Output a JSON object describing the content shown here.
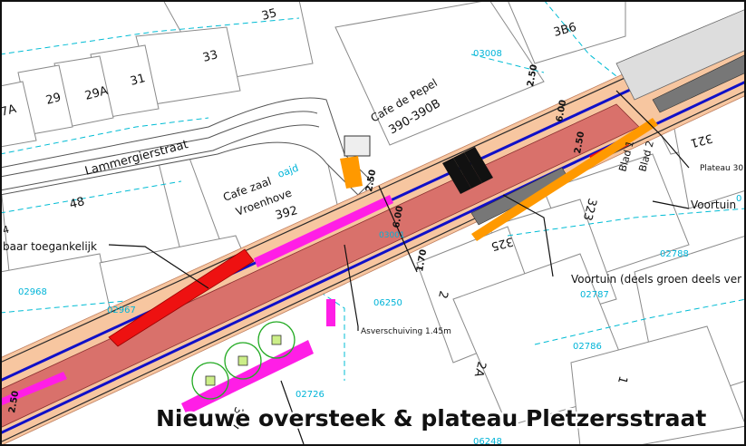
{
  "title": "Nieuwe oversteek & plateau Pletzersstraat",
  "streets": {
    "lammergierstraat": "Lammergierstraat"
  },
  "buildings": {
    "cafe_pepel": "Cafe de Pepel",
    "cafe_zaal": "Cafe zaal",
    "cafe_zaal_suffix": "oajd",
    "vroenhove": "Vroenhove"
  },
  "house_numbers": [
    "35",
    "33",
    "31",
    "29A",
    "29",
    "7A",
    "48",
    "4",
    "392",
    "390-390B",
    "3B6",
    "325",
    "323",
    "321",
    "2",
    "2A",
    "327",
    "1"
  ],
  "parcels": [
    "03008",
    "02968",
    "02967",
    "06250",
    "02788",
    "02787",
    "02786",
    "02726",
    "06248",
    "0",
    "03001"
  ],
  "annotations": {
    "toegankelijk": "baar toegankelijk",
    "asverschuiving": "Asverschuiving 1.45m",
    "voortuin_1": "Voortuin",
    "voortuin_2": "Voortuin (deels groen deels ver",
    "plateau": "Plateau 30",
    "blad1": "Blad 1",
    "blad2": "Blad 2"
  },
  "dimensions": [
    "2.50",
    "6.00",
    "2.50",
    "2.50",
    "6.00",
    "1.70",
    "2.50"
  ],
  "colors": {
    "road": "#d9716b",
    "sidewalk": "#f7c6a0",
    "curb_blue": "#1010c8",
    "parking": "#ee1111",
    "magenta": "#ff1ee6",
    "orange": "#ff9900",
    "building_outline": "#888888",
    "parcel_line": "#00bcd4",
    "green": "#22aa22"
  }
}
